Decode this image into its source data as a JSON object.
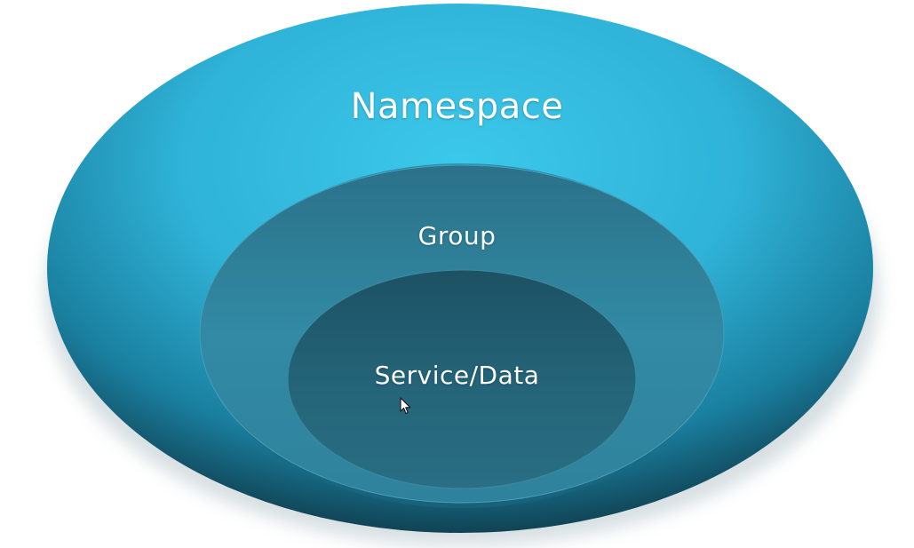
{
  "diagram": {
    "layers": [
      {
        "id": "outer",
        "label": "Namespace"
      },
      {
        "id": "middle",
        "label": "Group"
      },
      {
        "id": "inner",
        "label": "Service/Data"
      }
    ]
  },
  "colors": {
    "outer_light": "#3cc8ea",
    "outer_dark": "#0d2d39",
    "middle": "#2f7f98",
    "inner": "#25647a",
    "text": "#ffffff"
  },
  "icons": {
    "cursor": "mouse-pointer-icon"
  }
}
